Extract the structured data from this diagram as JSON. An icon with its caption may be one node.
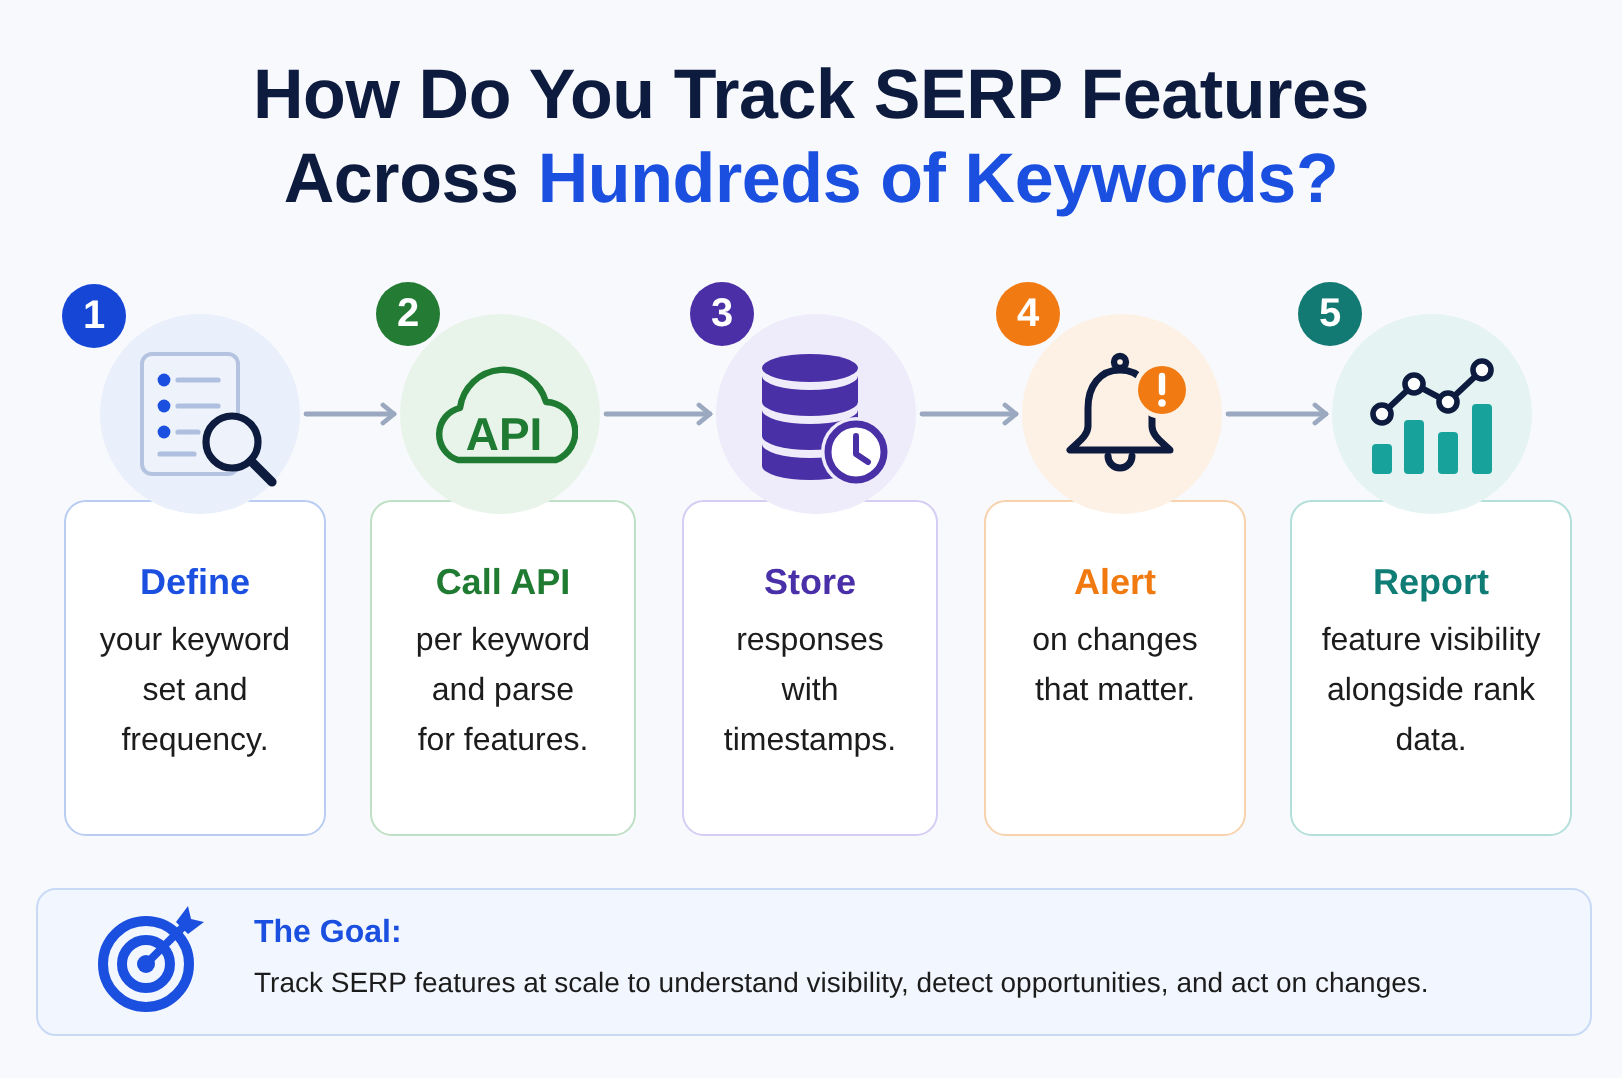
{
  "diagram": {
    "title": "How Do You Track SERP Features Across **Hundreds of Keywords?**",
    "nodes": [
      {
        "text": [
          "1"
        ]
      },
      {
        "text": [],
        "shape": "circle"
      },
      {
        "text": [
          "Define",
          "your keyword set and frequency."
        ]
      },
      {
        "text": [
          "2"
        ]
      },
      {
        "text": [],
        "shape": "circle"
      },
      {
        "text": [
          "API"
        ],
        "in": 4
      },
      {
        "text": [
          "Call API",
          "per keyword and parse for features."
        ]
      },
      {
        "text": [
          "3"
        ]
      },
      {
        "text": [],
        "shape": "circle"
      },
      {
        "text": [
          "Store",
          "responses with timestamps."
        ]
      },
      {
        "text": [
          "4"
        ]
      },
      {
        "text": [],
        "shape": "circle"
      },
      {
        "text": [
          "Alert",
          "on changes that matter."
        ]
      },
      {
        "text": [
          "5"
        ]
      },
      {
        "text": [],
        "shape": "circle"
      },
      {
        "text": [
          "Report",
          "feature visibility alongside rank data."
        ]
      },
      {
        "text": [
          "The Goal:",
          "Track SERP features at scale to understand visibility, detect opportunities, and act on changes."
        ]
      }
    ],
    "edges": [
      {
        "from": 1,
        "to": 4,
        "arrow": "to"
      },
      {
        "from": 4,
        "to": 8,
        "arrow": "to"
      },
      {
        "from": 8,
        "to": 11,
        "arrow": "to"
      },
      {
        "from": 11,
        "to": 14,
        "arrow": "to"
      }
    ]
  }
}
